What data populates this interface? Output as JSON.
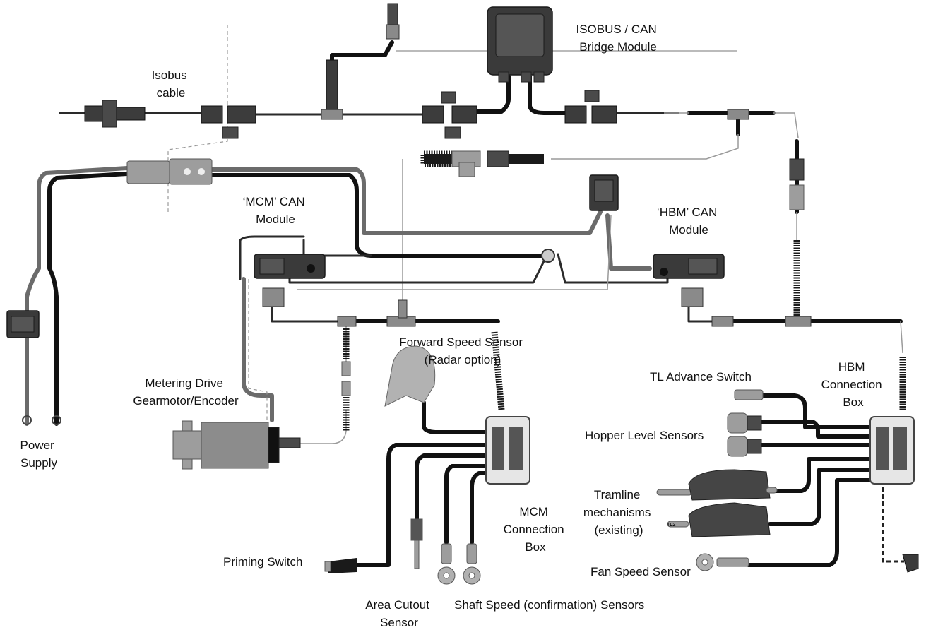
{
  "labels": {
    "bridge_module": [
      "ISOBUS / CAN",
      "Bridge Module"
    ],
    "isobus_cable": [
      "Isobus",
      "cable"
    ],
    "mcm_module": [
      "‘MCM’ CAN",
      "Module"
    ],
    "hbm_module": [
      "‘HBM’ CAN",
      "Module"
    ],
    "forward_speed": [
      "Forward Speed Sensor",
      "(Radar option)"
    ],
    "metering_drive": [
      "Metering Drive",
      "Gearmotor/Encoder"
    ],
    "power_supply": [
      "Power",
      "Supply"
    ],
    "tl_advance": "TL Advance Switch",
    "hbm_box": [
      "HBM",
      "Connection",
      "Box"
    ],
    "hopper_level": "Hopper Level Sensors",
    "tramline": [
      "Tramline",
      "mechanisms",
      "(existing)"
    ],
    "mcm_box": [
      "MCM",
      "Connection",
      "Box"
    ],
    "priming_switch": "Priming Switch",
    "fan_speed": "Fan Speed Sensor",
    "area_cutout": [
      "Area Cutout",
      "Sensor"
    ],
    "shaft_speed": "Shaft Speed (confirmation) Sensors",
    "tl2_mark": "TL2"
  }
}
